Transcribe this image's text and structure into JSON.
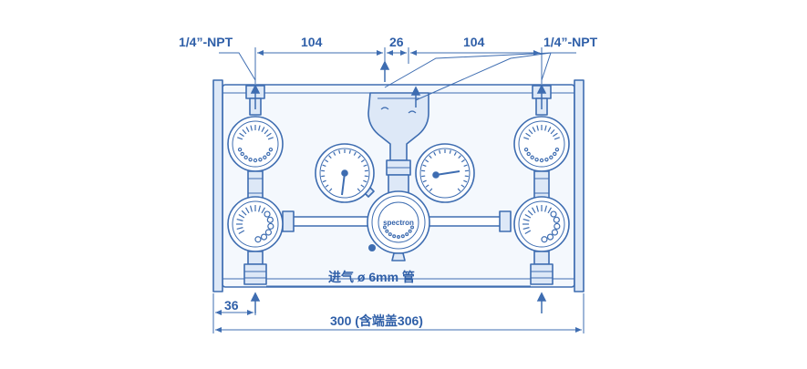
{
  "colors": {
    "line": "#3e6db1",
    "fill": "#dde8f7",
    "dim": "#2f5fa8"
  },
  "labels": {
    "npt_left": "1/4”-NPT",
    "npt_right": "1/4”-NPT",
    "dim_104_left": "104",
    "dim_26": "26",
    "dim_104_right": "104",
    "dim_36": "36",
    "dim_300": "300 (含端盖306)",
    "inlet": "进气 ø 6mm 管",
    "brand": "spectron"
  },
  "icons": [
    "flow-arrow-icon",
    "pressure-gauge-icon",
    "regulator-knob-icon"
  ]
}
